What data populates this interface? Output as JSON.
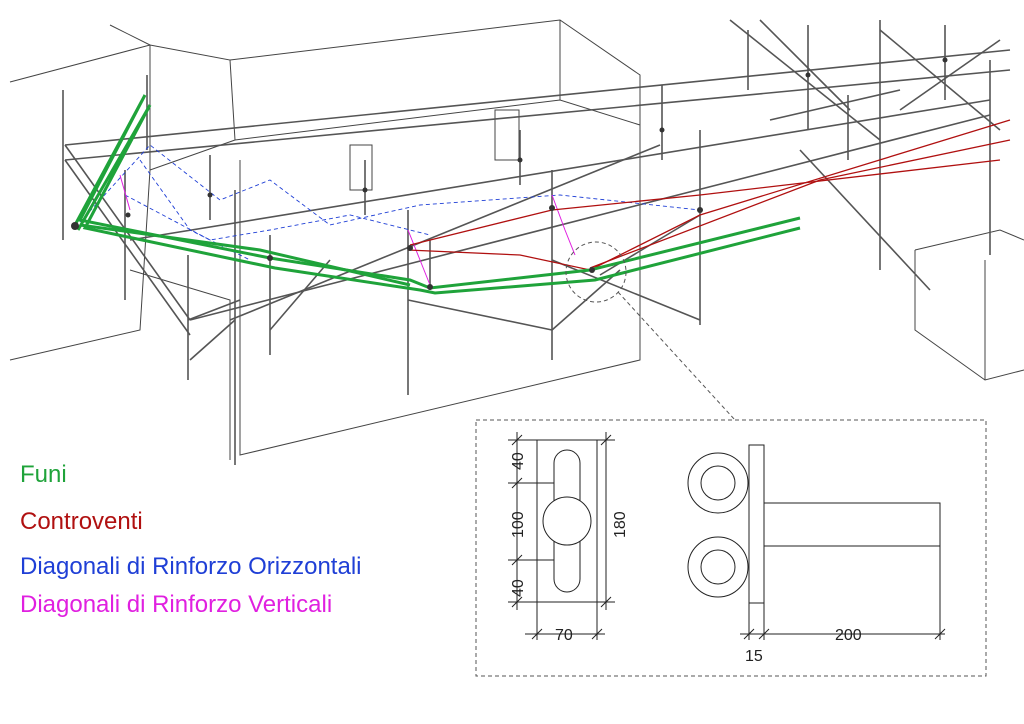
{
  "legend": {
    "funi": {
      "label": "Funi",
      "color": "#1fa33a"
    },
    "controventi": {
      "label": "Controventi",
      "color": "#b01010"
    },
    "diag_orizz": {
      "label": "Diagonali di Rinforzo Orizzontali",
      "color": "#1f3fd6"
    },
    "diag_vert": {
      "label": "Diagonali di Rinforzo Verticali",
      "color": "#e020e0"
    }
  },
  "detail": {
    "dim_top": "40",
    "dim_mid": "100",
    "dim_bottom": "40",
    "dim_height": "180",
    "dim_width": "70",
    "dim_thickness": "15",
    "dim_length": "200"
  }
}
